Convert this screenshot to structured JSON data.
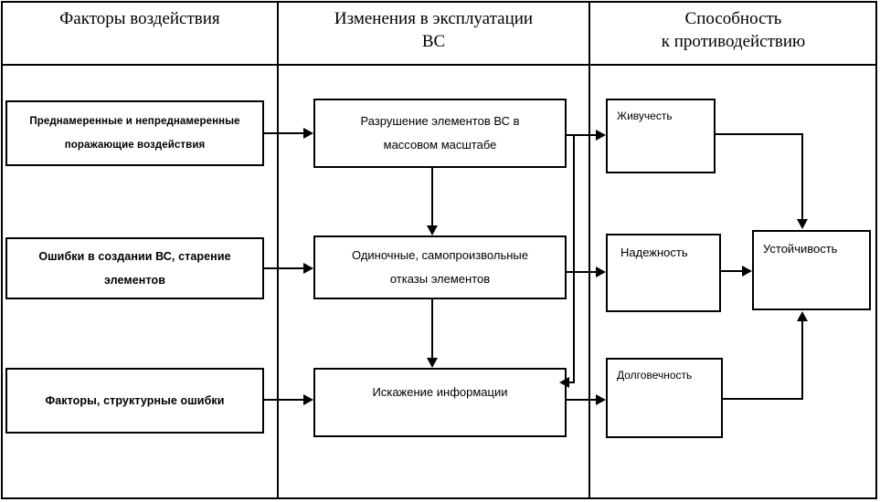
{
  "diagram": {
    "title": "Факторы воздействия, изменения в эксплуатации ВС и способность к противодействию",
    "type": "flowchart",
    "columns": [
      {
        "id": "col1",
        "header": "Факторы воздействия"
      },
      {
        "id": "col2",
        "header": "Изменения в эксплуатации\nВС"
      },
      {
        "id": "col3",
        "header": "Способность\nк  противодействию"
      }
    ],
    "col2_header_line1": "Изменения в эксплуатации",
    "col2_header_line2": "ВС",
    "col3_header_line1": "Способность",
    "col3_header_line2": "к  противодействию",
    "nodes": {
      "c1r1_line1": "Преднамеренные и непреднамеренные",
      "c1r1_line2": "поражающие воздействия",
      "c1r2_line1": "Ошибки в создании ВС,  старение",
      "c1r2_line2": "элементов",
      "c1r3_line1": "Факторы, структурные ошибки",
      "c2r1_line1": "Разрушение элементов ВС в",
      "c2r1_line2": "массовом масштабе",
      "c2r2_line1": "Одиночные, самопроизвольные",
      "c2r2_line2": "отказы элементов",
      "c2r3_line1": "Искажение информации",
      "c3r1": "Живучесть",
      "c3r2": "Надежность",
      "c3r3": "Долговечность",
      "c3out": "Устойчивость"
    },
    "edges": [
      {
        "from": "c1r1",
        "to": "c2r1",
        "kind": "horizontal-arrow"
      },
      {
        "from": "c1r2",
        "to": "c2r2",
        "kind": "horizontal-arrow"
      },
      {
        "from": "c1r3",
        "to": "c2r3",
        "kind": "horizontal-arrow"
      },
      {
        "from": "c2r1",
        "to": "c2r2",
        "kind": "vertical-arrow-down"
      },
      {
        "from": "c2r2",
        "to": "c2r3",
        "kind": "vertical-arrow-down"
      },
      {
        "from": "c2r1",
        "to": "c3r1",
        "kind": "horizontal-arrow"
      },
      {
        "from": "c2r2",
        "to": "c3r2",
        "kind": "horizontal-arrow"
      },
      {
        "from": "c2r3",
        "to": "c3r3",
        "kind": "horizontal-arrow"
      },
      {
        "from": "c2r1-bus",
        "to": "c2r3",
        "kind": "elbow-arrow-left"
      },
      {
        "from": "c3r1",
        "to": "c3out",
        "kind": "elbow-arrow-down"
      },
      {
        "from": "c3r2",
        "to": "c3out",
        "kind": "horizontal-arrow"
      },
      {
        "from": "c3r3",
        "to": "c3out",
        "kind": "elbow-arrow-up"
      }
    ],
    "colors": {
      "stroke": "#000000",
      "background": "#ffffff",
      "text": "#000000"
    }
  }
}
